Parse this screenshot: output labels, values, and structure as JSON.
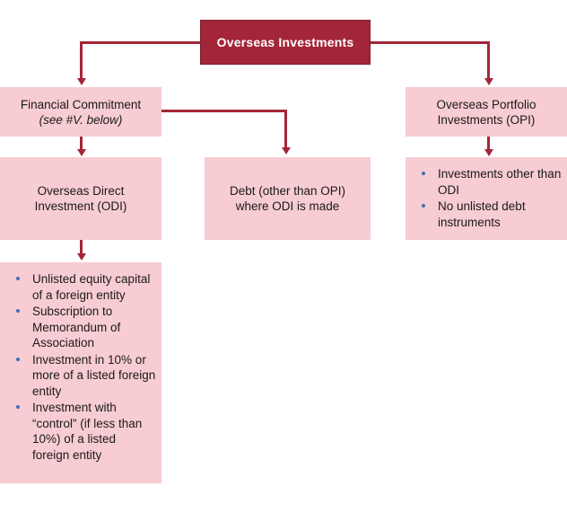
{
  "diagram": {
    "title": "Overseas Investments",
    "root": {
      "label": "Overseas Investments"
    },
    "nodes": {
      "financial_commitment": {
        "label": "Financial Commitment",
        "sublabel": "(see #V. below)"
      },
      "overseas_portfolio_investments": {
        "line1": "Overseas Portfolio",
        "line2": "Investments (OPI)"
      },
      "overseas_direct_investment": {
        "line1": "Overseas Direct",
        "line2": "Investment (ODI)"
      },
      "debt": {
        "line1": "Debt (other than OPI)",
        "line2": "where ODI is made"
      },
      "opi_bullets": {
        "items": [
          "Investments other than ODI",
          "No unlisted debt instruments"
        ]
      },
      "odi_bullets": {
        "items": [
          "Unlisted equity capital of a foreign entity",
          "Subscription to Memorandum of Association",
          "Investment in 10% or more of a listed foreign entity",
          "Investment with “control” (if less than 10%) of a listed foreign entity"
        ]
      }
    },
    "colors": {
      "root_fill": "#a32638",
      "node_fill": "#f7ccd2",
      "connector": "#a32638",
      "bullet": "#3f6fb5",
      "text": "#1a1a1a",
      "root_text": "#ffffff"
    }
  }
}
